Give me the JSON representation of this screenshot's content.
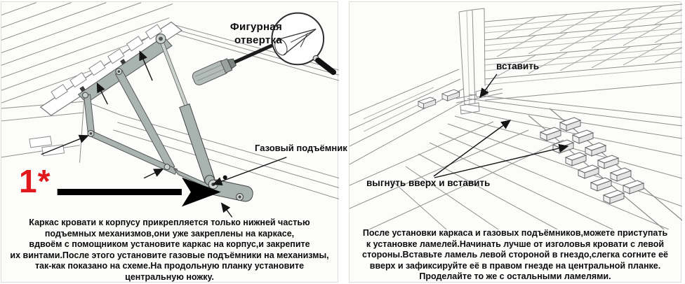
{
  "colors": {
    "accent_red": "#e2191c",
    "metal": "#a9b3af",
    "line_gray": "#8f8f8f"
  },
  "left_panel": {
    "tool_label": "Фигурная\nотвертка",
    "gas_lift_label": "Газовый подъёмник",
    "step_marker": "1*",
    "caption": "Каркас кровати к корпусу прикрепляется только нижней частью\nподъемных механизмов,они уже закреплены на каркасе,\nвдвоём с помощником установите каркас на корпус,и закрепите\nих винтами.После этого установите газовые подъёмники на механизмы,\nтак-как показано на схеме.На продольную планку установите\nцентральную ножку."
  },
  "right_panel": {
    "insert_label": "вставить",
    "bend_label": "выгнуть вверх и вставить",
    "caption": "После установки каркаса и газовых подъёмников,можете приступать\nк установке ламелей.Начинать лучше от изголовья кровати с левой\nстороны.Вставьте ламель левой стороной в гнездо,слегка согните её\nвверх и зафиксируйте её в правом гнезде на центральной планке.\nПроделайте то же с остальными ламелями."
  }
}
